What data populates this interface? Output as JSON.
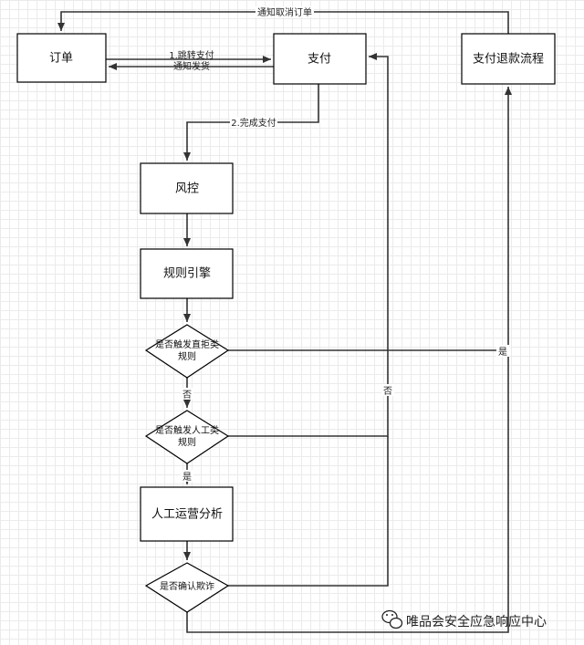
{
  "nodes": {
    "order": "订单",
    "payment": "支付",
    "refund": "支付退款流程",
    "risk": "风控",
    "rule_engine": "规则引擎",
    "decision_reject_line1": "是否触发直拒类",
    "decision_reject_line2": "规则",
    "decision_manual_line1": "是否触发人工类",
    "decision_manual_line2": "规则",
    "manual_analysis": "人工运营分析",
    "decision_fraud": "是否确认欺诈"
  },
  "edges": {
    "cancel_order": "通知取消订单",
    "redirect_pay": "1.跳转支付",
    "notify_ship": "通知发货",
    "complete_pay": "2.完成支付",
    "reject_yes": "是",
    "reject_no": "否",
    "manual_yes": "是",
    "manual_no": "否"
  },
  "watermark": {
    "text": "唯品会安全应急响应中心",
    "icon": "wechat-icon"
  }
}
